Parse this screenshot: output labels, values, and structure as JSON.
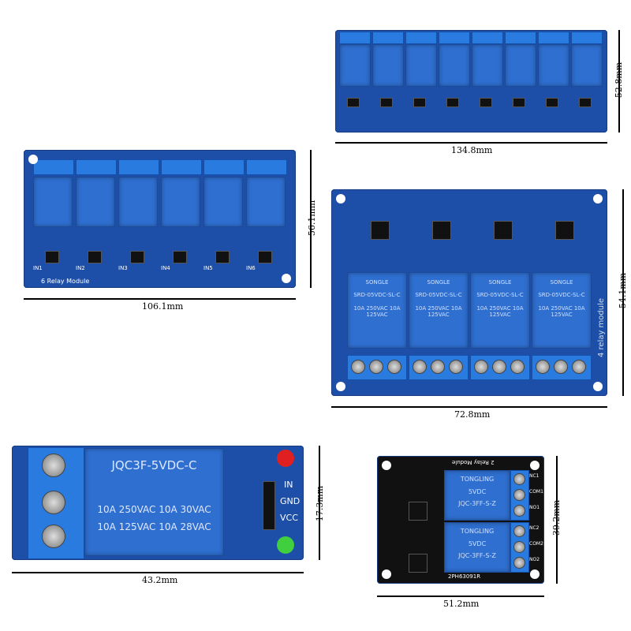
{
  "modules": [
    {
      "name": "8-relay",
      "width": "134.8mm",
      "height": "52.8mm"
    },
    {
      "name": "6-relay",
      "label": "6 Relay Module",
      "width": "106.1mm",
      "height": "56.1mm",
      "pins": [
        "IN1",
        "IN2",
        "IN3",
        "IN4",
        "IN5",
        "IN6"
      ]
    },
    {
      "name": "4-relay",
      "label": "4 relay module",
      "width": "72.8mm",
      "height": "54.1mm",
      "relay_text": "SRD-05VDC-SL-C",
      "brand": "SONGLE",
      "spec": "10A 250VAC 10A 125VAC"
    },
    {
      "name": "1-relay",
      "width": "43.2mm",
      "height": "17.3mm",
      "relay_model": "JQC3F-5VDC-C",
      "spec1": "10A 250VAC 10A 30VAC",
      "spec2": "10A 125VAC 10A 28VAC",
      "pins": [
        "IN",
        "GND",
        "VCC"
      ]
    },
    {
      "name": "2-relay",
      "label": "2 Relay Module",
      "width": "51.2mm",
      "height": "39.2mm",
      "brand": "TONGLING",
      "voltage": "5VDC",
      "relay_model": "JQC-3FF-S-Z",
      "code": "2PH63091R",
      "terms": [
        "NC1",
        "COM1",
        "NO1",
        "NC2",
        "COM2",
        "NO2"
      ]
    }
  ],
  "colors": {
    "board_blue": "#1e4fa8",
    "relay_blue": "#2f6fd0",
    "board_black": "#111111"
  }
}
